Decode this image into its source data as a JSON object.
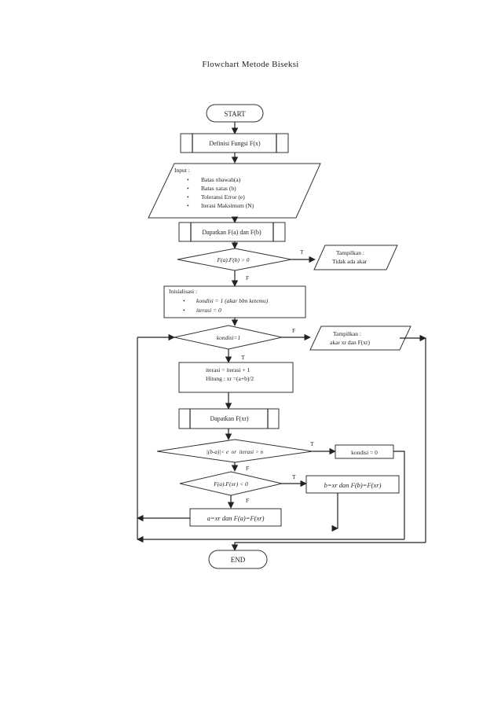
{
  "page": {
    "title": "Flowchart Metode Biseksi"
  },
  "flow": {
    "start": "START",
    "end": "END",
    "define_fx": "Definisi Fungsi F(x)",
    "input": {
      "header": "Input :",
      "items": [
        "Batas xbawah(a)",
        "Batas xatas (b)",
        "Toleransi Error (e)",
        "Iterasi Maksimum (N)"
      ]
    },
    "get_fa_fb": "Dapatkan F(a) dan F(b)",
    "decision1": "F(a).F(b) > 0",
    "label_T1": "T",
    "label_F1": "F",
    "output1": {
      "line1": "Tampilkan :",
      "line2": "Tidak ada akar"
    },
    "init": {
      "header": "Inisialisasi :",
      "items": [
        "kondisi = 1 (akar blm ketemu)",
        "iterasi = 0"
      ]
    },
    "decision2": "kondisi=1",
    "label_F2": "F",
    "label_T2": "T",
    "output2": {
      "line1": "Tampilkan :",
      "line2": "akar xr dan F(xr)"
    },
    "process_iter": {
      "line1": "iterasi = iterasi + 1",
      "line2": "Hitung : xr =(a+b)/2"
    },
    "get_fxr": "Dapatkan F(xr)",
    "decision3": "|(b-a)|< e  or  iterasi > n",
    "label_T3": "T",
    "label_F3": "F",
    "set_kondisi": "kondisi = 0",
    "decision4": "F(a).F(xr) < 0",
    "label_T4": "T",
    "label_F4": "F",
    "assign_b": "b=xr dan F(b)=F(xr)",
    "assign_a": "a=xr dan F(a)=F(xr)"
  }
}
